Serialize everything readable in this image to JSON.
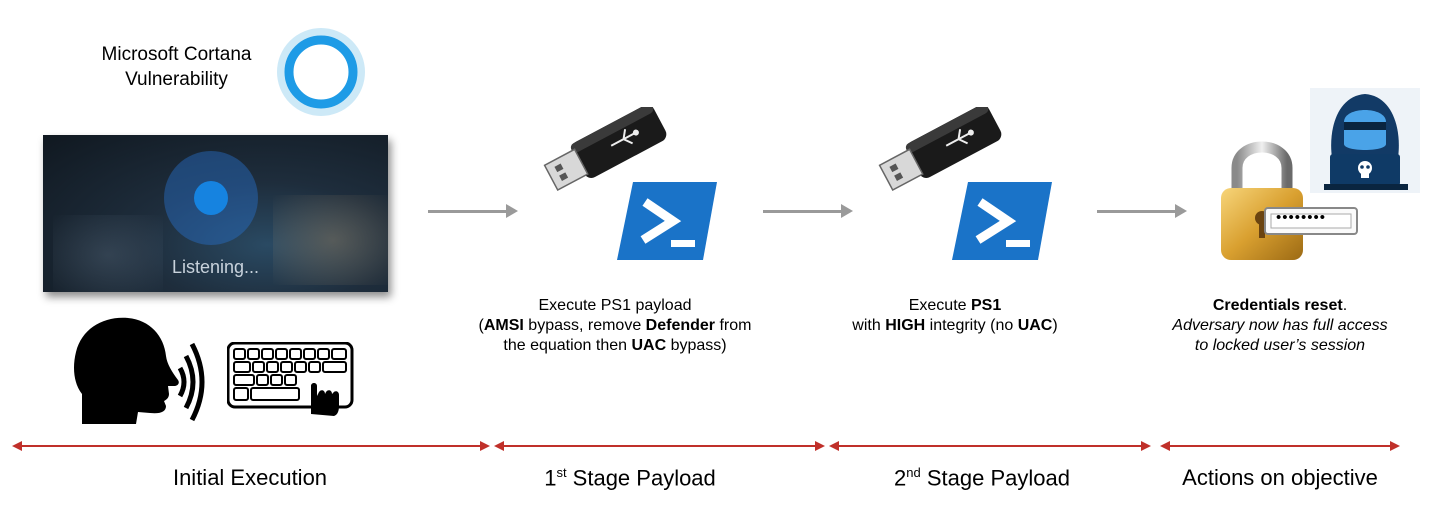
{
  "title": {
    "line1": "Microsoft Cortana",
    "line2": "Vulnerability"
  },
  "screen": {
    "listening": "Listening..."
  },
  "stage1_text": {
    "l1": "Execute PS1 payload",
    "l2_a": "(",
    "l2_b": "AMSI",
    "l2_c": " bypass, remove ",
    "l2_d": "Defender",
    "l2_e": " from",
    "l3_a": "the equation then ",
    "l3_b": "UAC",
    "l3_c": " bypass)"
  },
  "stage2_text": {
    "l1_a": "Execute ",
    "l1_b": "PS1",
    "l2_a": "with ",
    "l2_b": "HIGH",
    "l2_c": " integrity (no ",
    "l2_d": "UAC",
    "l2_e": ")"
  },
  "stage3_text": {
    "l1_a": "Credentials reset",
    "l1_b": ".",
    "l2": "Adversary now has full access",
    "l3": "to locked user’s session"
  },
  "password_mask": "••••••••",
  "stages": [
    {
      "label": "Initial Execution"
    },
    {
      "prefix": "1",
      "sup": "st",
      "label": " Stage Payload"
    },
    {
      "prefix": "2",
      "sup": "nd",
      "label": " Stage Payload"
    },
    {
      "label": "Actions on objective"
    }
  ],
  "colors": {
    "powershell": "#1a73c8",
    "arrow": "#9a9a9a",
    "timeline": "#c0302a",
    "cortana": "#1e9be6"
  },
  "icons": [
    "cortana-icon",
    "speaking-head-icon",
    "keyboard-icon",
    "usb-drive-icon",
    "powershell-icon",
    "padlock-icon",
    "hacker-icon"
  ]
}
